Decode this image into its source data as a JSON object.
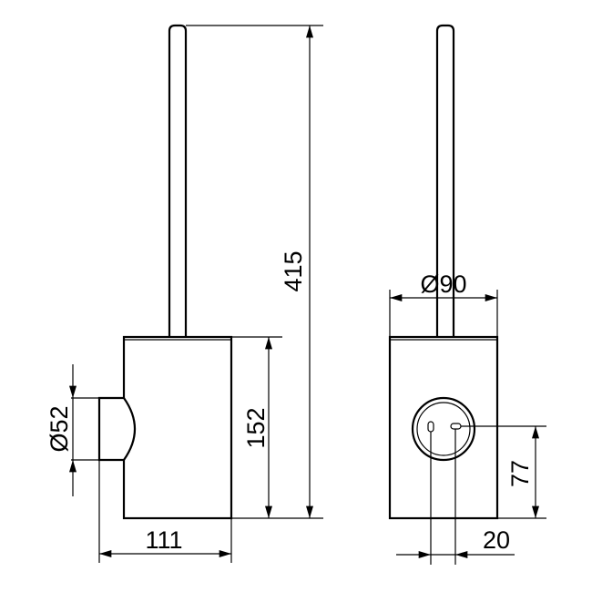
{
  "dimensions": {
    "height_total": "415",
    "body_height": "152",
    "depth": "111",
    "knob_diameter": "Ø52",
    "body_diameter": "Ø90",
    "mount_height": "77",
    "hole_spacing": "20"
  },
  "colors": {
    "line": "#000000",
    "background": "#ffffff"
  }
}
